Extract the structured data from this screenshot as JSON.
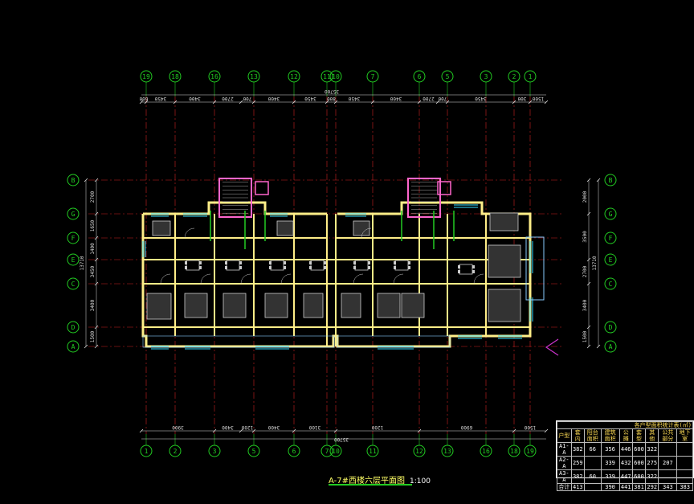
{
  "drawing": {
    "title": "A-7#西楼六层平面图",
    "scale": "1:100",
    "colors": {
      "background": "#000000",
      "axis_bubble": "#22cc22",
      "wall": "#ffee88",
      "dimension": "#dddddd",
      "grid_line": "#cc2222",
      "window": "#33ddff",
      "furniture": "#cccccc",
      "stair_core": "#ff66cc",
      "section_marker": "#cc33cc"
    }
  },
  "top_axes": [
    "19",
    "18",
    "16",
    "13",
    "12",
    "11",
    "10",
    "7",
    "6",
    "5",
    "3",
    "2",
    "1"
  ],
  "bottom_axes": [
    "1",
    "2",
    "3",
    "5",
    "6",
    "7",
    "10",
    "11",
    "12",
    "13",
    "16",
    "18",
    "19"
  ],
  "side_axes": [
    "B",
    "G",
    "F",
    "E",
    "C",
    "D",
    "A"
  ],
  "top_dims": [
    "600",
    "3450",
    "3400",
    "2700",
    "700",
    "3400",
    "3450",
    "800",
    "3450",
    "3400",
    "2700",
    "700",
    "3450",
    "300",
    "1500"
  ],
  "top_total": "35700",
  "bottom_dims": [
    "3900",
    "3400",
    "1200",
    "3400",
    "3100",
    "1200",
    "6900",
    "1500"
  ],
  "bottom_total": "35700",
  "left_dims": [
    "2700",
    "1650",
    "1400",
    "3450",
    "3400",
    "1500"
  ],
  "left_total": "13710",
  "right_dims": [
    "2000",
    "3500",
    "2700",
    "3400",
    "1500"
  ],
  "right_total": "13710",
  "legend": {
    "caption": "各户型面积统计表(㎡)",
    "headers": [
      "户型",
      "套内",
      "阳台面积",
      "建筑面积",
      "公摊",
      "套型",
      "其他",
      "公共部分",
      "地下室"
    ],
    "rows": [
      [
        "A1-A",
        "382",
        "66",
        "356",
        "446",
        "600",
        "322",
        "",
        ""
      ],
      [
        "A2-A",
        "259",
        "",
        "339",
        "432",
        "600",
        "275",
        "207",
        ""
      ],
      [
        "A3-A",
        "382",
        "60",
        "339",
        "447",
        "600",
        "322",
        "",
        ""
      ],
      [
        "合计",
        "413",
        "",
        "390",
        "441",
        "381",
        "292",
        "343",
        "383"
      ]
    ]
  }
}
